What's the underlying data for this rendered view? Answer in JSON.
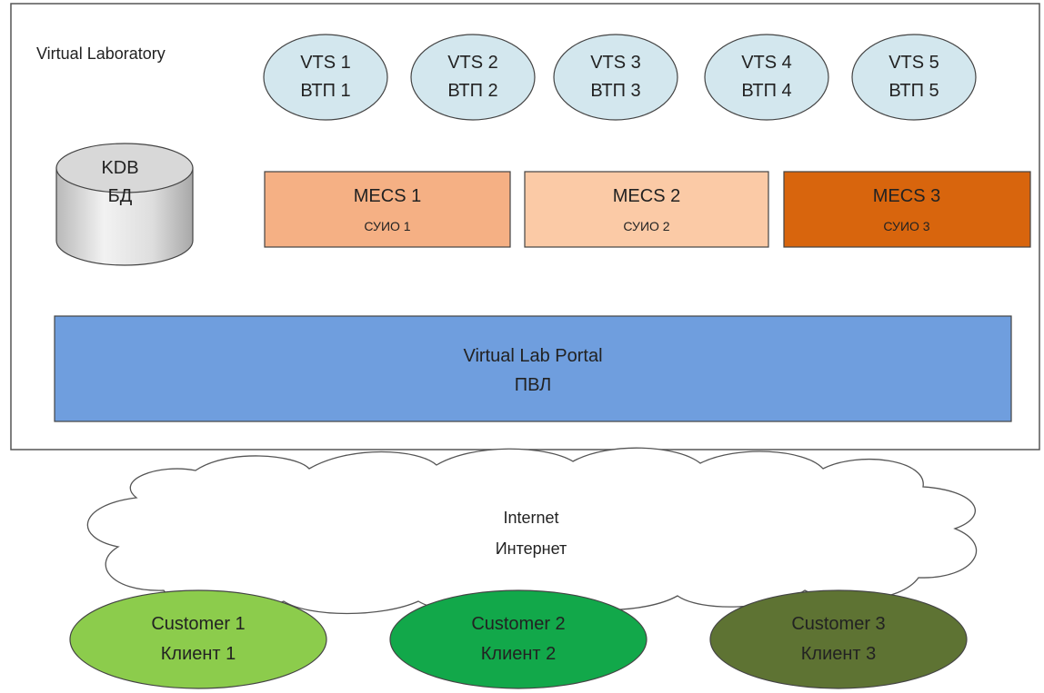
{
  "lab": {
    "title": "Virtual Laboratory",
    "vts": [
      {
        "line1": "VTS 1",
        "line2": "ВТП 1"
      },
      {
        "line1": "VTS 2",
        "line2": "ВТП 2"
      },
      {
        "line1": "VTS 3",
        "line2": "ВТП 3"
      },
      {
        "line1": "VTS 4",
        "line2": "ВТП 4"
      },
      {
        "line1": "VTS 5",
        "line2": "ВТП 5"
      }
    ],
    "kdb": {
      "line1": "KDB",
      "line2": "БД"
    },
    "mecs": [
      {
        "line1": "MECS 1",
        "line2": "СУИО 1",
        "color": "#f5b084"
      },
      {
        "line1": "MECS 2",
        "line2": "СУИО 2",
        "color": "#fbcaa6"
      },
      {
        "line1": "MECS 3",
        "line2": "СУИО 3",
        "color": "#d8650d"
      }
    ],
    "portal": {
      "line1": "Virtual Lab Portal",
      "line2": "ПВЛ",
      "color": "#6f9ede"
    }
  },
  "internet": {
    "line1": "Internet",
    "line2": "Интернет"
  },
  "customers": [
    {
      "line1": "Customer 1",
      "line2": "Клиент 1",
      "color": "#8ccc4c"
    },
    {
      "line1": "Customer 2",
      "line2": "Клиент 2",
      "color": "#12a84a"
    },
    {
      "line1": "Customer 3",
      "line2": "Клиент 3",
      "color": "#5e7333"
    }
  ],
  "colors": {
    "vts_fill": "#d3e7ee",
    "cylinder_fill": "#d9d9d9",
    "outline": "#444444"
  }
}
